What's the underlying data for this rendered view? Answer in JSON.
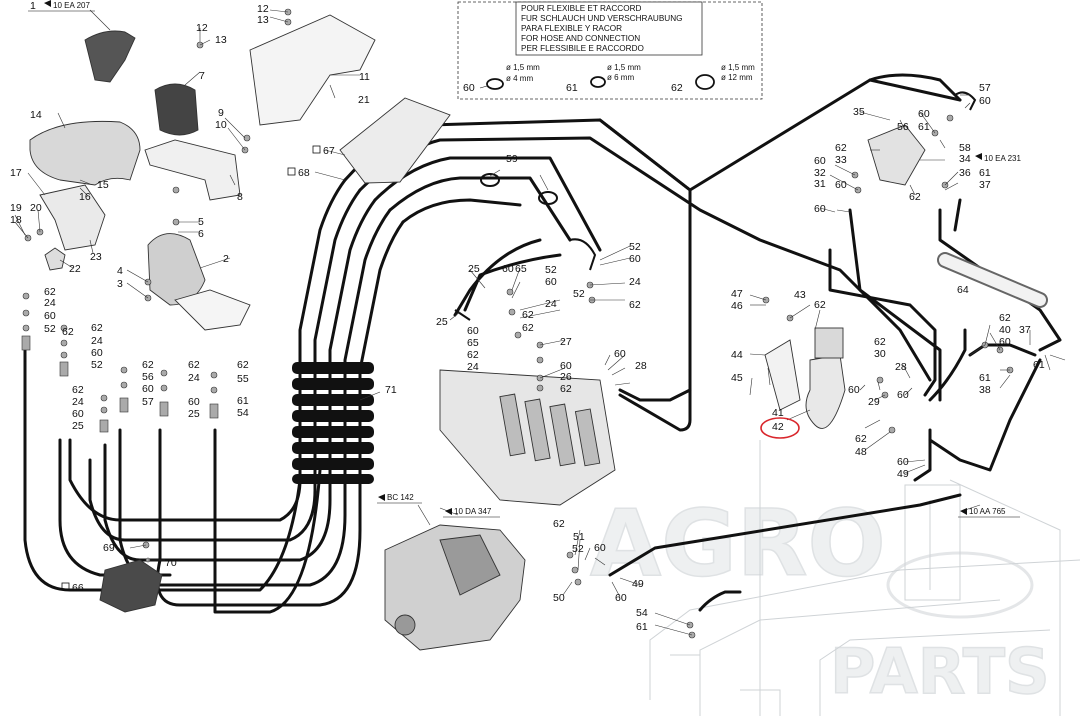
{
  "note_box": {
    "lines": [
      "POUR FLEXIBLE ET RACCORD",
      "FUR SCHLAUCH UND VERSCHRAUBUNG",
      "PARA FLEXIBLE Y RACOR",
      "FOR HOSE AND CONNECTION",
      "PER FLESSIBILE E RACCORDO"
    ],
    "seals": [
      {
        "label": "60",
        "thickness": "ø 1,5 mm",
        "diameter": "ø 4 mm"
      },
      {
        "label": "61",
        "thickness": "ø 1,5 mm",
        "diameter": "ø 6 mm"
      },
      {
        "label": "62",
        "thickness": "ø 1,5 mm",
        "diameter": "ø 12 mm"
      }
    ]
  },
  "references": {
    "ea207": "10 EA 207",
    "ea231": "10 EA 231",
    "bc142": "BC 142",
    "da347": "10 DA 347",
    "aa765": "10 AA 765"
  },
  "watermark": {
    "line1": "AGRO",
    "line2": "PARTS"
  },
  "callouts": {
    "c1": "1",
    "c2": "2",
    "c3": "3",
    "c4": "4",
    "c5": "5",
    "c6": "6",
    "c7": "7",
    "c8": "8",
    "c9": "9",
    "c10": "10",
    "c11": "11",
    "c12": "12",
    "c13": "13",
    "c14": "14",
    "c15": "15",
    "c16": "16",
    "c17": "17",
    "c18": "18",
    "c19": "19",
    "c20": "20",
    "c21": "21",
    "c22": "22",
    "c23": "23",
    "c24": "24",
    "c25": "25",
    "c26": "26",
    "c27": "27",
    "c28": "28",
    "c29": "29",
    "c30": "30",
    "c31": "31",
    "c32": "32",
    "c33": "33",
    "c34": "34",
    "c35": "35",
    "c36": "36",
    "c37": "37",
    "c38": "38",
    "c40": "40",
    "c41": "41",
    "c42": "42",
    "c43": "43",
    "c44": "44",
    "c45": "45",
    "c46": "46",
    "c47": "47",
    "c48": "48",
    "c49": "49",
    "c50": "50",
    "c51": "51",
    "c52": "52",
    "c54": "54",
    "c55": "55",
    "c56": "56",
    "c57": "57",
    "c58": "58",
    "c59": "59",
    "c60": "60",
    "c61": "61",
    "c62": "62",
    "c64": "64",
    "c65": "65",
    "c66": "66",
    "c67": "67",
    "c68": "68",
    "c69": "69",
    "c70": "70",
    "c71": "71"
  },
  "highlight": {
    "color": "#d9262c",
    "target": "41/42"
  }
}
